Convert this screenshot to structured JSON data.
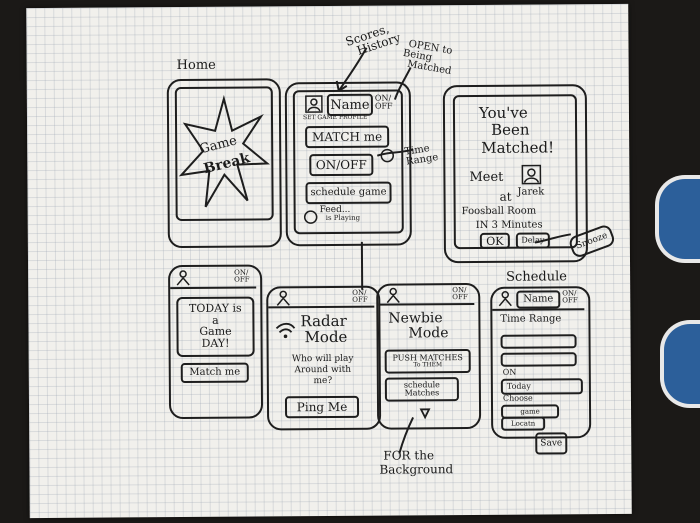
{
  "annotations": {
    "home": "Home",
    "scores_history": [
      "Scores,",
      "History"
    ],
    "open_to_matched": [
      "OPEN to",
      "Being",
      "Matched"
    ],
    "time_range": [
      "Time",
      "Range"
    ],
    "snooze": "Snooze",
    "for_background": [
      "FOR the",
      "Background"
    ],
    "schedule": "Schedule"
  },
  "screens": {
    "splash": {
      "logo": [
        "Game",
        "Break"
      ]
    },
    "main": {
      "name": "Name",
      "toggle": [
        "ON/",
        "OFF"
      ],
      "set_game_profile": "SET GAME PROFILE",
      "match_me": "MATCH me",
      "on_off": "ON/OFF",
      "schedule_game": "schedule game",
      "feed": [
        "Feed...",
        "is Playing"
      ]
    },
    "matched": {
      "title": [
        "You've",
        "Been",
        "Matched!"
      ],
      "meet": "Meet",
      "at": "at",
      "person": "Jarek",
      "location": "Foosball Room",
      "time": "IN 3 Minutes",
      "ok": "OK",
      "delay": "Delay"
    },
    "gameday": {
      "toggle": [
        "ON/",
        "OFF"
      ],
      "message": [
        "TODAY is",
        "a",
        "Game",
        "DAY!"
      ],
      "button": "Match me"
    },
    "radar": {
      "toggle": [
        "ON/",
        "OFF"
      ],
      "title": [
        "Radar",
        "Mode"
      ],
      "question": [
        "Who will play",
        "Around with",
        "me?"
      ],
      "button": "Ping Me"
    },
    "newbie": {
      "toggle": [
        "ON/",
        "OFF"
      ],
      "title": [
        "Newbie",
        "Mode"
      ],
      "push": [
        "PUSH MATCHES",
        "To THEM"
      ],
      "schedule": [
        "schedule",
        "Matches"
      ]
    },
    "schedule": {
      "name": "Name",
      "toggle": [
        "ON/",
        "OFF"
      ],
      "time_range": "Time Range",
      "on": "ON",
      "today": "Today",
      "choose": "Choose",
      "game": "game",
      "location": "Locatn",
      "save": "Save"
    }
  }
}
